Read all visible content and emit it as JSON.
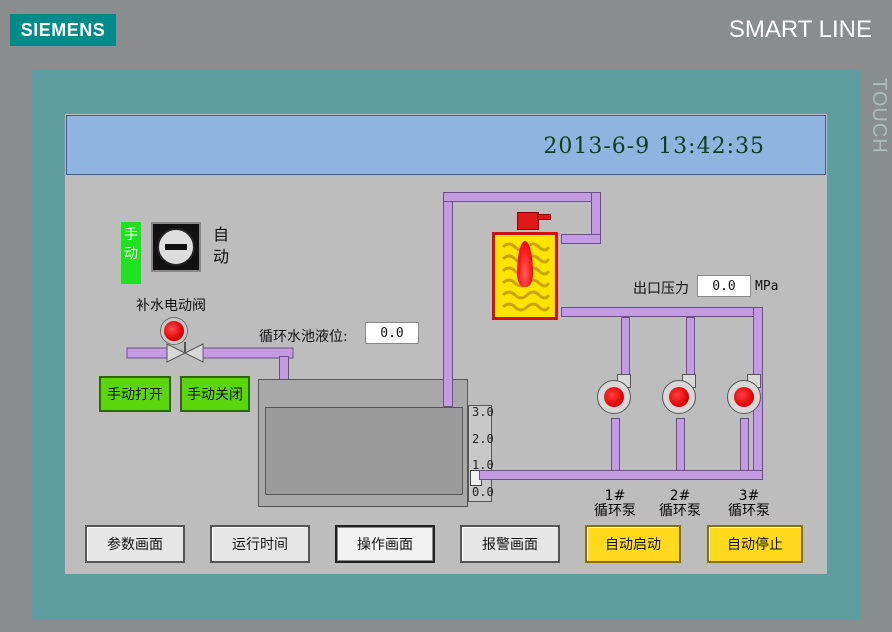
{
  "device": {
    "brand": "SIEMENS",
    "model": "SMART LINE",
    "touch_label": "TOUCH"
  },
  "header": {
    "datetime": "2013-6-9  13:42:35"
  },
  "mode_switch": {
    "manual_label": "手动",
    "auto_label": "自动"
  },
  "makeup_valve": {
    "title": "补水电动阀",
    "open_button": "手动打开",
    "close_button": "手动关闭"
  },
  "pool_level": {
    "label": "循环水池液位:",
    "value": "0.0",
    "gauge_ticks": [
      "3.0",
      "2.0",
      "1.0",
      "0.0"
    ]
  },
  "outlet_pressure": {
    "label": "出口压力",
    "value": "0.0",
    "unit": "MPa"
  },
  "pumps": [
    {
      "id": "1#",
      "name": "循环泵"
    },
    {
      "id": "2#",
      "name": "循环泵"
    },
    {
      "id": "3#",
      "name": "循环泵"
    }
  ],
  "nav_buttons": {
    "params": "参数画面",
    "runtime": "运行时间",
    "operation": "操作画面",
    "alarm": "报警画面",
    "auto_start": "自动启动",
    "auto_stop": "自动停止"
  },
  "colors": {
    "bezel": "#5f9ea0",
    "pipe": "#c49ae0",
    "lamp_red": "#e00000",
    "button_yellow": "#ffd91c",
    "button_green": "#5cd60c",
    "manual_indicator": "#1de21d"
  }
}
